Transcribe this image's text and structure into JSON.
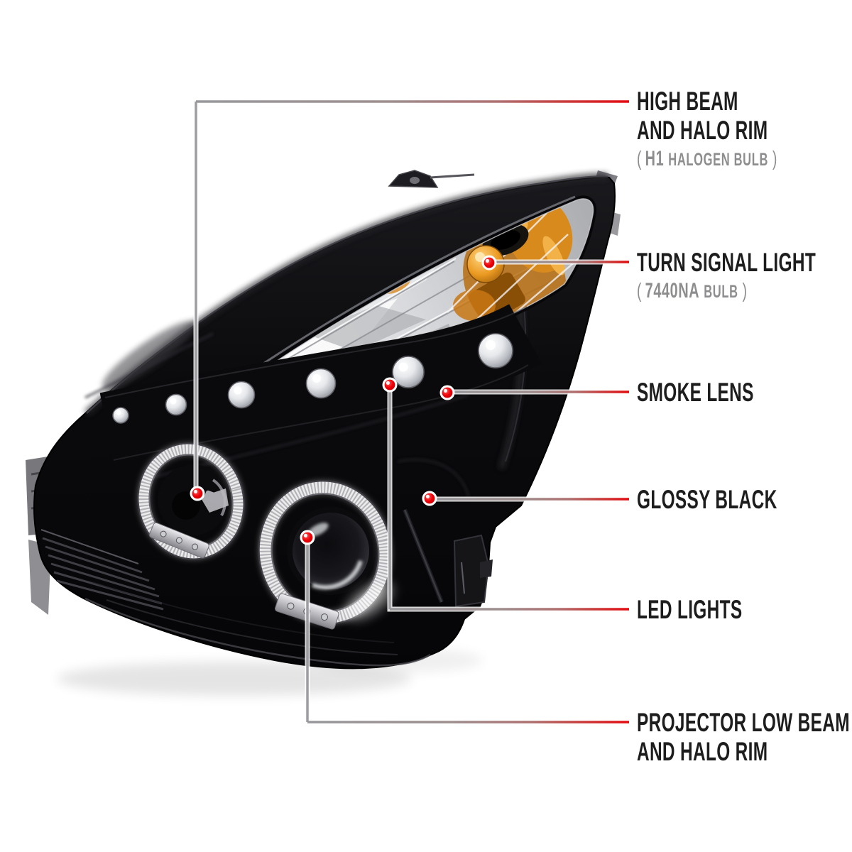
{
  "colors": {
    "background": "#ffffff",
    "label_text": "#1d1d1d",
    "sublabel_text": "#8d8d8f",
    "line_gray": "#98989c",
    "line_red": "#e30b10",
    "dot_red": "#ee0108",
    "dot_ring_white": "#ffffff",
    "housing_black": "#0a0a0c",
    "halo_ring_white": "#f2f2f4",
    "amber_bulb": "#eb9a22",
    "chrome_silver": "#c9c9ce"
  },
  "callouts": [
    {
      "id": "high-beam-and-halo-rim",
      "label_line1": "HIGH BEAM",
      "label_line2": "AND HALO RIM",
      "sub": {
        "open": "(",
        "code": "H1",
        "text": "HALOGEN BULB",
        "close": ")"
      }
    },
    {
      "id": "turn-signal-light",
      "label_line1": "TURN SIGNAL LIGHT",
      "sub": {
        "open": "(",
        "code": "7440NA",
        "text": "BULB",
        "close": ")"
      }
    },
    {
      "id": "smoke-lens",
      "label_line1": "SMOKE LENS"
    },
    {
      "id": "glossy-black",
      "label_line1": "GLOSSY BLACK"
    },
    {
      "id": "led-lights",
      "label_line1": "LED LIGHTS"
    },
    {
      "id": "projector-low-beam-and-halo-rim",
      "label_line1": "PROJECTOR LOW BEAM",
      "label_line2": "AND HALO RIM"
    }
  ]
}
